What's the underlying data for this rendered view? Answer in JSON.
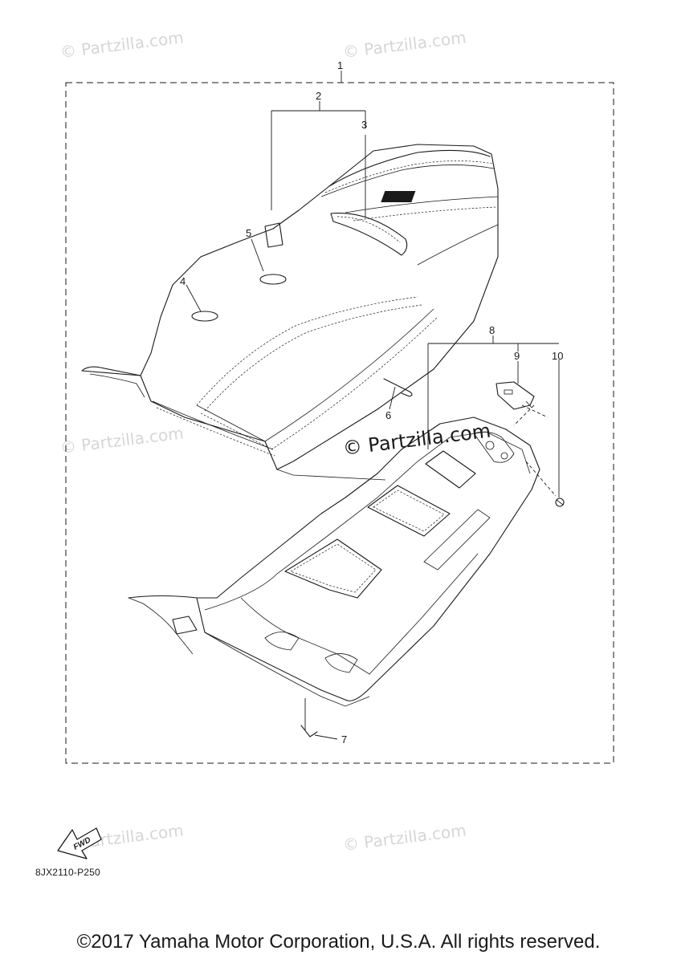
{
  "watermark": {
    "text": "© Partzilla.com",
    "center_text": "© Partzilla.com",
    "color": "#d6d6d6"
  },
  "callouts": [
    "1",
    "2",
    "3",
    "4",
    "5",
    "6",
    "7",
    "8",
    "9",
    "10"
  ],
  "fwd_label": "FWD",
  "diagram_code": "8JX2110-P250",
  "copyright": "©2017 Yamaha Motor Corporation, U.S.A. All rights reserved."
}
